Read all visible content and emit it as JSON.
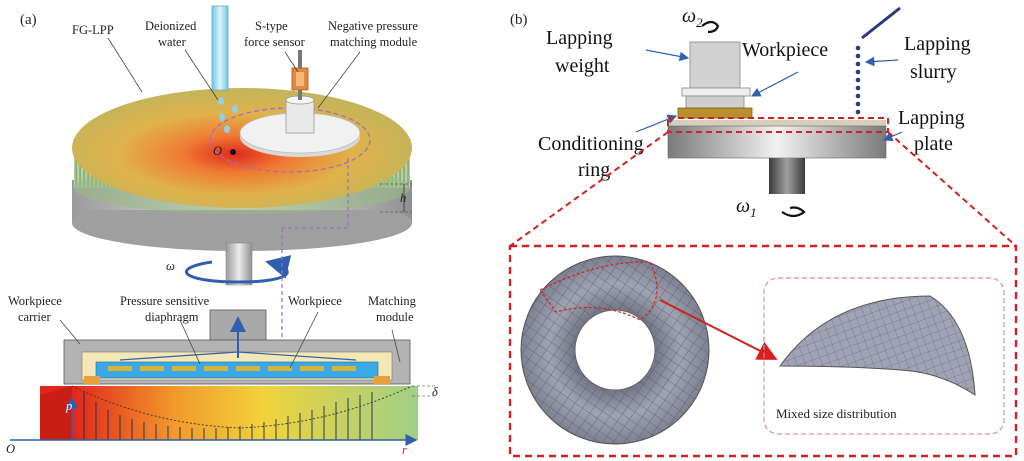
{
  "panel_a": {
    "panel_label": "(a)",
    "labels": {
      "fg_lpp": "FG-LPP",
      "deionized_1": "Deionized",
      "deionized_2": "water",
      "s_type_1": "S-type",
      "s_type_2": "force sensor",
      "neg_pressure_1": "Negative pressure",
      "neg_pressure_2": "matching module",
      "origin_top": "O",
      "h": "h",
      "omega": "ω",
      "workpiece_carrier_1": "Workpiece",
      "workpiece_carrier_2": "carrier",
      "pressure_diaphragm_1": "Pressure sensitive",
      "pressure_diaphragm_2": "diaphragm",
      "workpiece": "Workpiece",
      "matching_module_1": "Matching",
      "matching_module_2": "module",
      "delta": "δ",
      "p": "p",
      "origin_bottom": "O",
      "r": "r"
    }
  },
  "panel_b": {
    "panel_label": "(b)",
    "labels": {
      "omega2": "ω",
      "omega2_sub": "2",
      "lapping_weight_1": "Lapping",
      "lapping_weight_2": "weight",
      "workpiece": "Workpiece",
      "lapping_slurry_1": "Lapping",
      "lapping_slurry_2": "slurry",
      "conditioning_1": "Conditioning",
      "conditioning_2": "ring",
      "lapping_plate_1": "Lapping",
      "lapping_plate_2": "plate",
      "omega1": "ω",
      "omega1_sub": "1",
      "mixed_size": "Mixed size distribution"
    }
  },
  "colors": {
    "annotation_red": "#d42020",
    "arrow_blue": "#2f5fb0",
    "water_blue": "#8fd0ea",
    "dashed_purple": "#9a6bc8"
  }
}
